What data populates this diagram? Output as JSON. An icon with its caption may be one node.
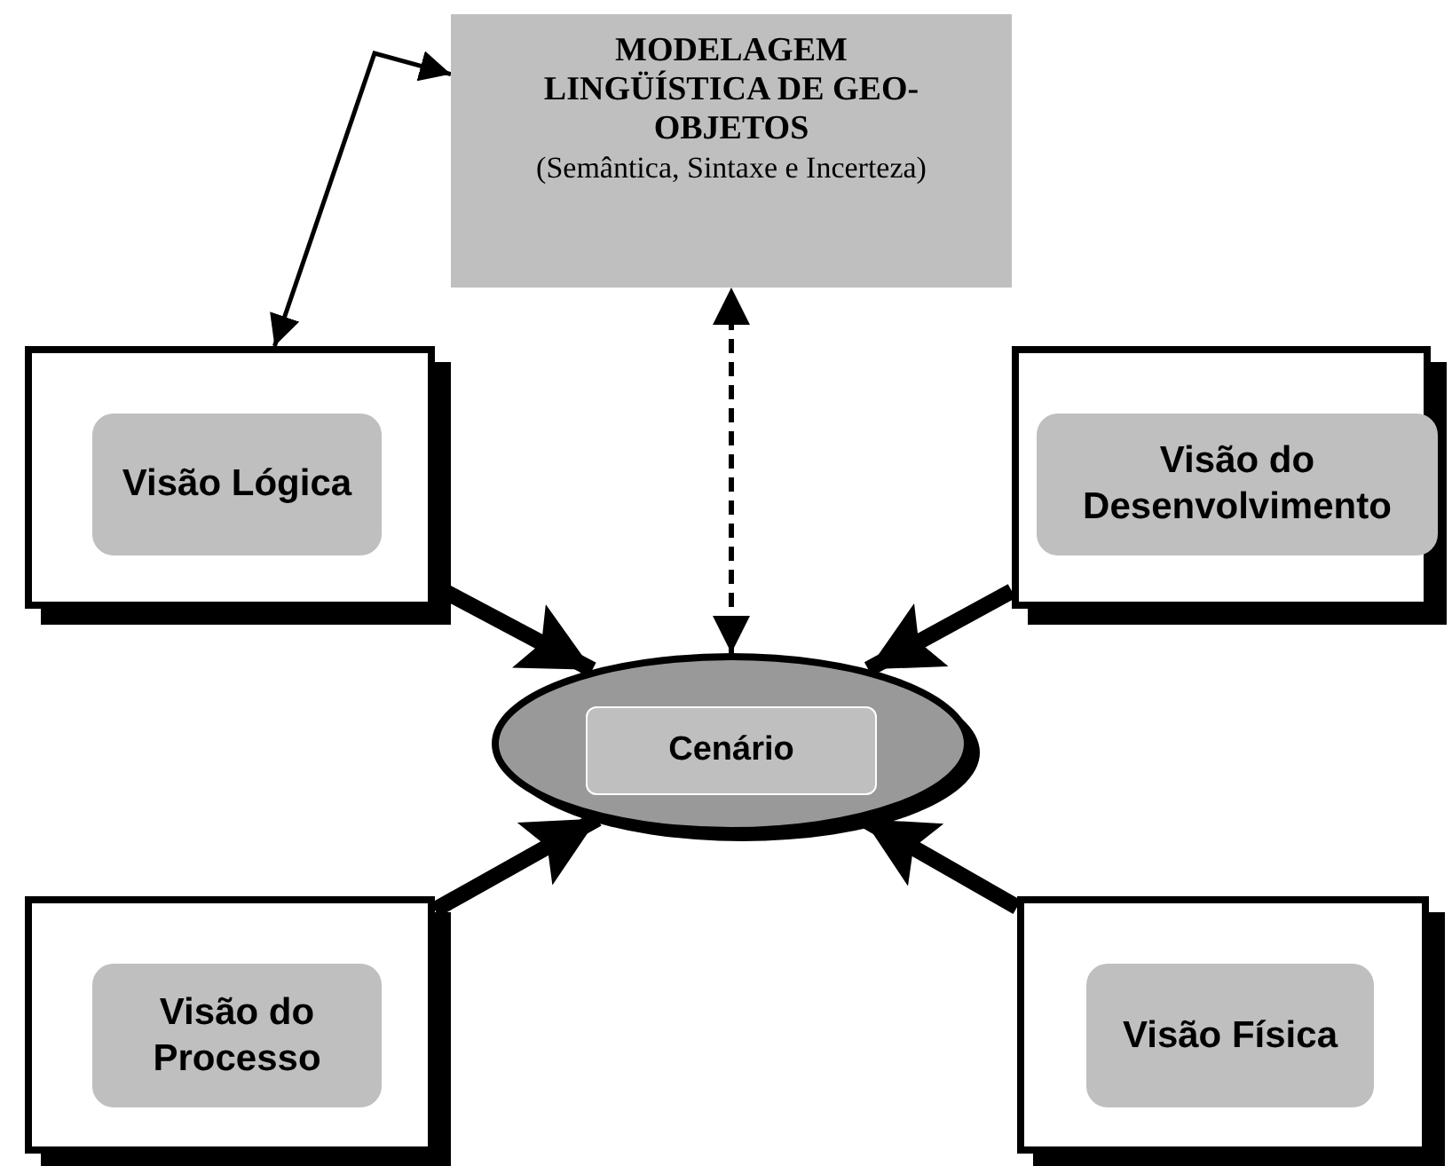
{
  "diagram": {
    "nodes": [
      {
        "text": [
          "MODELAGEM LINGÜÍSTICA DE GEO-OBJETOS",
          "(Semântica, Sintaxe e Incerteza)"
        ]
      },
      {
        "text": [],
        "shape": "box"
      },
      {
        "text": [
          "Visão Lógica"
        ],
        "in": 1
      },
      {
        "text": [],
        "shape": "box"
      },
      {
        "text": [
          "Visão do Desenvolvimento"
        ],
        "in": 3
      },
      {
        "text": [],
        "shape": "ellipse"
      },
      {
        "text": [
          "Cenário"
        ],
        "in": 5
      },
      {
        "text": [],
        "shape": "box"
      },
      {
        "text": [
          "Visão do Processo"
        ],
        "in": 7
      },
      {
        "text": [],
        "shape": "box"
      },
      {
        "text": [
          "Visão Física"
        ],
        "in": 9
      }
    ],
    "edges": [
      {
        "from": 1,
        "to": 0,
        "arrow": "both"
      },
      {
        "from": 5,
        "to": 0,
        "arrow": "both",
        "style": "dashed"
      },
      {
        "from": 1,
        "to": 5,
        "arrow": "to"
      },
      {
        "from": 3,
        "to": 5,
        "arrow": "to"
      },
      {
        "from": 7,
        "to": 5,
        "arrow": "to"
      },
      {
        "from": 9,
        "to": 5,
        "arrow": "to"
      }
    ]
  }
}
